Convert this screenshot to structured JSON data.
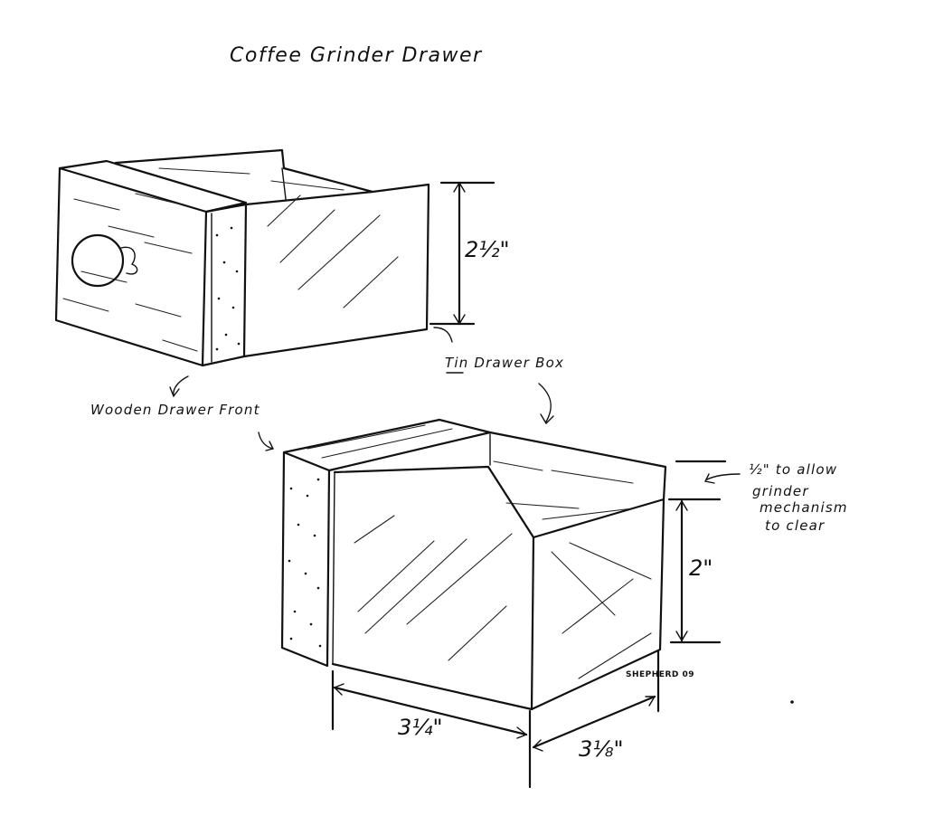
{
  "title": "Coffee Grinder Drawer",
  "labels": {
    "tin_drawer_box": "Tin Drawer Box",
    "wooden_drawer_front": "Wooden Drawer Front",
    "clearance_line1": "½\" to allow",
    "clearance_line2": "grinder",
    "clearance_line3": "mechanism",
    "clearance_line4": "to clear"
  },
  "dimensions": {
    "top_height": "2½\"",
    "bottom_height": "2\"",
    "width": "3¼\"",
    "depth": "3⅛\""
  },
  "signature": "SHEPHERD 09"
}
